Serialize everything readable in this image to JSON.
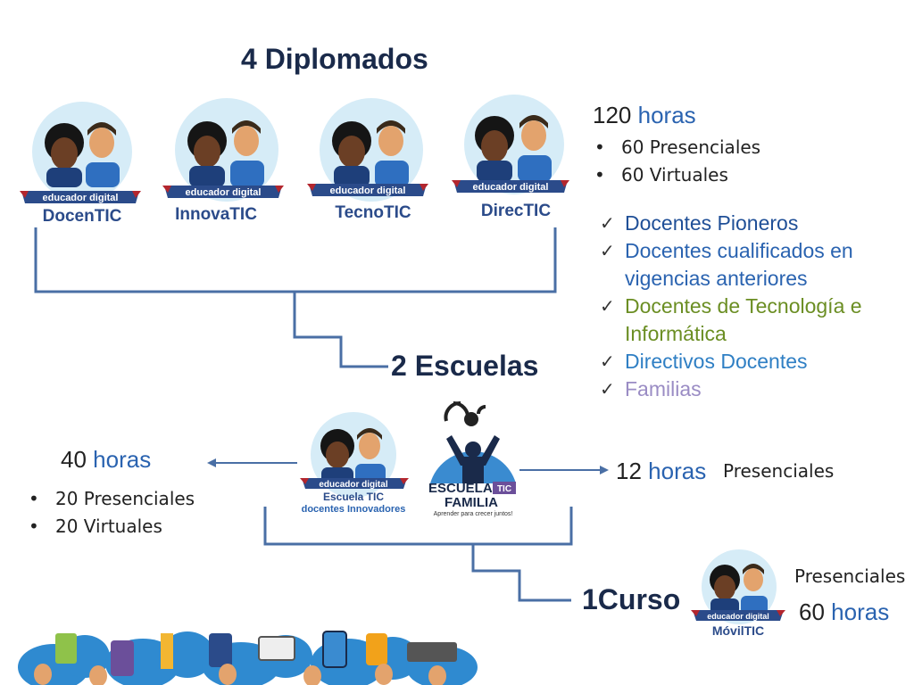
{
  "titles": {
    "diplomados": "4 Diplomados",
    "escuelas": "2 Escuelas",
    "curso": "1Curso"
  },
  "diplomados_block": {
    "hours_num": "120",
    "hours_word": "horas",
    "items": [
      "60 Presenciales",
      "60 Virtuales"
    ]
  },
  "badges": {
    "educador_label": "educador digital",
    "docentic": "DocenTIC",
    "innovatic": "InnovaTIC",
    "tecnotic": "TecnoTIC",
    "directic": "DirecTIC",
    "escuela_tic_line1": "Escuela TIC",
    "escuela_tic_line2": "docentes Innovadores",
    "moviltic": "MóvilTIC"
  },
  "escuela_familia": {
    "line1": "ESCUELA",
    "tic": "TIC",
    "line2": "FAMILIA",
    "slogan": "Aprender para crecer juntos!"
  },
  "audiences": [
    {
      "text": "Docentes Pioneros",
      "color": "#1f4f97"
    },
    {
      "text": "Docentes cualificados en vigencias anteriores",
      "color": "#2a63b0"
    },
    {
      "text": "Docentes de Tecnología e Informática",
      "color": "#6b8e23"
    },
    {
      "text": "Directivos Docentes",
      "color": "#2f7fc4"
    },
    {
      "text": "Familias",
      "color": "#9a8cc4"
    }
  ],
  "escuela_tic_block": {
    "hours_num": "40",
    "hours_word": "horas",
    "items": [
      "20 Presenciales",
      "20 Virtuales"
    ]
  },
  "familia_block": {
    "hours_num": "12",
    "hours_word": "horas",
    "label": "Presenciales"
  },
  "curso_block": {
    "label": "Presenciales",
    "hours_num": "60",
    "hours_word": "horas"
  },
  "colors": {
    "connector": "#4a6fa5",
    "badge_ribbon": "#2b4b8a",
    "badge_circle": "#d6ecf7",
    "accent_blue": "#2a63b0",
    "red_fold": "#b3262e"
  }
}
